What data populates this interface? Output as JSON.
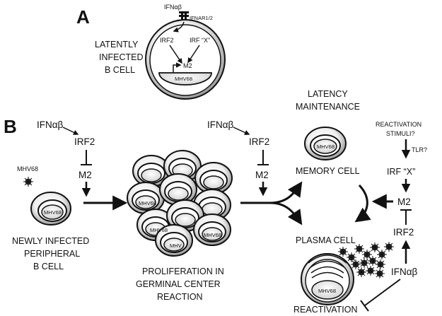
{
  "panel_a": {
    "letter": "A",
    "ifn": "IFNαβ",
    "receptor": "IFNAR1/2",
    "irf2": "IRF2",
    "irfx": "IRF “X”",
    "m2": "M2",
    "virus": "MHV68",
    "cell_label": [
      "LATENTLY",
      "INFECTED",
      "B CELL"
    ]
  },
  "panel_b": {
    "letter": "B",
    "left": {
      "ifn": "IFNαβ",
      "irf2": "IRF2",
      "m2": "M2",
      "mhv68_free": "MHV68",
      "cell_virus": "MHV68",
      "cell_label": [
        "NEWLY INFECTED",
        "PERIPHERAL",
        "B CELL"
      ]
    },
    "center": {
      "virus": "MHV68",
      "partial_virus": "MHV",
      "label": [
        "PROLIFERATION IN",
        "GERMINAL CENTER",
        "REACTION"
      ]
    },
    "mid": {
      "ifn": "IFNαβ",
      "irf2": "IRF2",
      "m2": "M2"
    },
    "right": {
      "latency": [
        "LATENCY",
        "MAINTENANCE"
      ],
      "memory_virus": "MHV68",
      "memory_label": "MEMORY CELL",
      "plasma_label": "PLASMA CELL",
      "plasma_virus": "MHV68",
      "reactivation": "REACTIVATION",
      "stimuli": [
        "REACTIVATION",
        "STIMULI?"
      ],
      "tlr": "TLR?",
      "irfx": "IRF “X”",
      "m2": "M2",
      "irf2": "IRF2",
      "ifn": "IFNαβ"
    }
  }
}
